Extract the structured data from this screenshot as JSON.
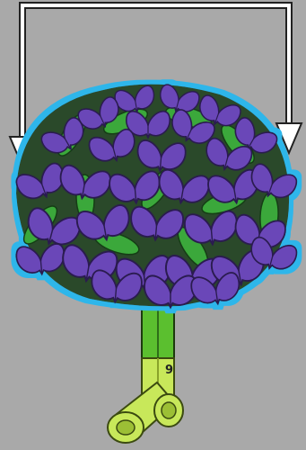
{
  "diagram": {
    "background_color": "#a9a9a9",
    "arrow_color": "#ffffff",
    "flower_color": "#6a46b8",
    "flower_outline_color": "#2a1a4f",
    "highlight_color": "#2fb6ea",
    "leaf_green_color": "#3aa83a",
    "stem_green_color": "#5bbf2f",
    "stem_lime_color": "#c8e85a",
    "stem_label": "9",
    "arrows": [
      {
        "name": "left-insert-arrow",
        "direction": "down"
      },
      {
        "name": "right-insert-arrow",
        "direction": "down"
      }
    ],
    "subject": "violet-bouquet-model"
  }
}
